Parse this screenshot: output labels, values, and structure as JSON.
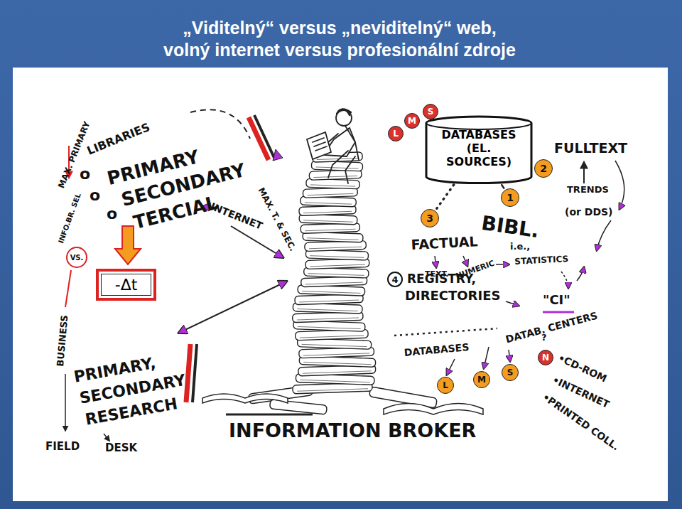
{
  "diagram": {
    "title": "„Viditelný“ versus „neviditelný“ web, volný internet versus profesionální zdroje",
    "nodes": [
      {
        "text": [
          "L"
        ]
      },
      {
        "text": [
          "M"
        ]
      },
      {
        "text": [
          "S"
        ]
      },
      {
        "text": [
          "DATABASES (EL. SOURCES)"
        ]
      },
      {
        "text": [
          "2"
        ]
      },
      {
        "text": [
          "1"
        ]
      },
      {
        "text": [
          "3"
        ]
      },
      {
        "text": [
          "VS."
        ]
      },
      {
        "text": [
          "-Δt"
        ]
      },
      {
        "text": [
          "4"
        ]
      },
      {
        "text": [
          "N"
        ]
      },
      {
        "text": [
          "L"
        ]
      },
      {
        "text": [
          "M"
        ]
      },
      {
        "text": [
          "S"
        ]
      }
    ],
    "edges": [
      {
        "from": 3,
        "to": 5,
        "arrow": "none"
      },
      {
        "from": 3,
        "to": 6,
        "arrow": "none"
      }
    ],
    "labels": [
      "MAX. PRIMARY",
      "LIBRARIES",
      "o",
      "PRIMARY",
      "o",
      "SECONDARY",
      "o",
      "TERCIAL",
      "INTERNET",
      "MAX. T. & SEC.",
      "INFO.BR. SEL",
      "FULLTEXT",
      "TRENDS",
      "(or DDS)",
      "BIBL.",
      "FACTUAL",
      "TEXT.",
      "NUMERIC",
      "i.e.,",
      "STATISTICS",
      "REGISTRY,",
      "DIRECTORIES",
      "\"CI\"",
      "DATAB. CENTERS",
      "DATABASES",
      "?",
      "•CD-ROM",
      "•INTERNET",
      "•PRINTED COLL.",
      "BUSINESS",
      "PRIMARY,",
      "SECONDARY",
      "RESEARCH",
      "FIELD",
      "DESK",
      "INFORMATION BROKER"
    ]
  }
}
